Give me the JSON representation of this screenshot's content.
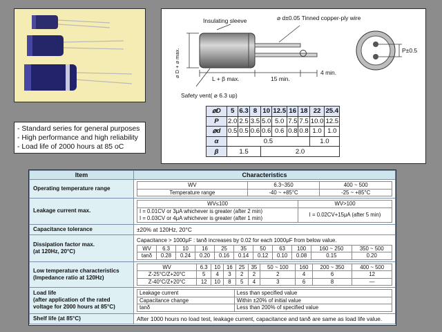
{
  "features": [
    "- Standard series for general purposes",
    "- High performance and high reliability",
    "- Load life of 2000 hours at 85 oC"
  ],
  "drawing": {
    "sleeve_label": "Insulating sleeve",
    "wire_label": "⌀ d±0.05 Tinned copper-ply wire",
    "diam_label": "⌀ D + ⌀ max.",
    "length_label": "L + β max.",
    "lead1_label": "15 min.",
    "lead2_label": "4 min.",
    "vent_label": "Safety vent( ⌀ 6.3 up)",
    "pitch_label": "P±0.5"
  },
  "dimensions": {
    "rows": [
      [
        "⌀D",
        "5",
        "6.3",
        "8",
        "10",
        "12.5",
        "16",
        "18",
        "22",
        "25.4"
      ],
      [
        "P",
        "2.0",
        "2.5",
        "3.5",
        "5.0",
        "5.0",
        "7.5",
        "7.5",
        "10.0",
        "12.5"
      ],
      [
        "⌀d",
        "0.5",
        "0.5",
        "0.6",
        "0.6",
        "0.6",
        "0.8",
        "0.8",
        "1.0",
        "1.0"
      ]
    ],
    "alpha": {
      "label": "α",
      "v1": "0.5",
      "v2": "1.0"
    },
    "beta": {
      "label": "β",
      "v1": "1.5",
      "v2": "2.0"
    }
  },
  "spec": {
    "header_item": "Item",
    "header_char": "Characteristics",
    "op_temp": {
      "label": "Operating temperature range",
      "wv": "WV",
      "r1": "6.3~350",
      "r2": "400 ~ 500",
      "temp": "Temperature range",
      "t1": "-40 ~ +85°C",
      "t2": "-25 ~ +85°C"
    },
    "leak": {
      "label": "Leakage current max.",
      "h1": "WV≤100",
      "h2": "WV>100",
      "l1": "I = 0.01CV or 3μA whichever is greater (after 2 min)",
      "l2": "I = 0.03CV or 4μA whichever is greater (after 1 min)",
      "r": "I = 0.02CV+15μA (after 5 min)"
    },
    "cap_tol": {
      "label": "Capacitance tolerance",
      "value": "±20% at 120Hz, 20°C"
    },
    "dissip": {
      "label1": "Dissipation factor max.",
      "label2": "(at 120Hz, 20°C)",
      "note": "Capacitance > 1000μF : tanδ increases by 0.02 for each 1000μF from below value.",
      "wv": [
        "WV",
        "6.3",
        "10",
        "16",
        "25",
        "35",
        "50",
        "63",
        "100",
        "160 ~ 250",
        "350 ~ 500"
      ],
      "tan": [
        "tanδ",
        "0.28",
        "0.24",
        "0.20",
        "0.16",
        "0.14",
        "0.12",
        "0.10",
        "0.08",
        "0.15",
        "0.20"
      ]
    },
    "low": {
      "label1": "Low temperature characteristics",
      "label2": "(Impedance ratio at 120Hz)",
      "wv": [
        "WV",
        "6.3",
        "10",
        "16",
        "25",
        "35",
        "50 ~ 100",
        "160",
        "200 ~ 350",
        "400 ~ 500"
      ],
      "r1": [
        "Z-25°C/Z+20°C",
        "5",
        "4",
        "3",
        "2",
        "2",
        "2",
        "4",
        "6",
        "12"
      ],
      "r2": [
        "Z-40°C/Z+20°C",
        "12",
        "10",
        "8",
        "5",
        "4",
        "3",
        "6",
        "8",
        "—"
      ]
    },
    "load": {
      "label1": "Load life",
      "label2": "(after application of the rated",
      "label3": "voltage for 2000 hours at 85°C)",
      "rows": [
        [
          "Leakage current",
          "Less than specified value"
        ],
        [
          "Capacitance change",
          "Within ±20% of initial value"
        ],
        [
          "tanδ",
          "Less than 200% of specified value"
        ]
      ]
    },
    "shelf": {
      "label": "Shelf life (at 85°C)",
      "value": "After 1000 hours no load test, leakage current, capacitance and tanδ are same as load life value."
    }
  }
}
